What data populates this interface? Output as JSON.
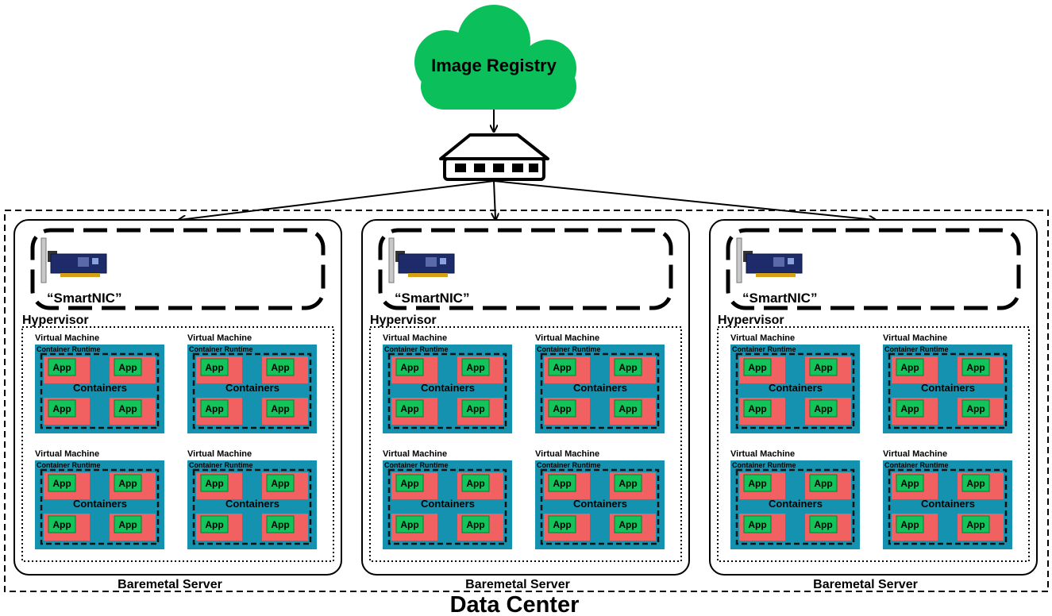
{
  "registry": {
    "label": "Image Registry",
    "icon": "cloud-icon",
    "color": "#0bc05a"
  },
  "switch": {
    "icon": "network-switch-icon"
  },
  "datacenter": {
    "label": "Data Center"
  },
  "server": {
    "label": "Baremetal Server",
    "smartnic_label": "“SmartNIC”",
    "smartnic_icon": "network-card-icon",
    "hypervisor_label": "Hypervisor"
  },
  "vm": {
    "label": "Virtual Machine",
    "runtime_label": "Container Runtime",
    "containers_label": "Containers",
    "app_label": "App",
    "colors": {
      "vm": "#1592b0",
      "container": "#f26161",
      "app": "#12c45a"
    }
  },
  "servers": [
    {
      "id": "server-1"
    },
    {
      "id": "server-2"
    },
    {
      "id": "server-3"
    }
  ]
}
